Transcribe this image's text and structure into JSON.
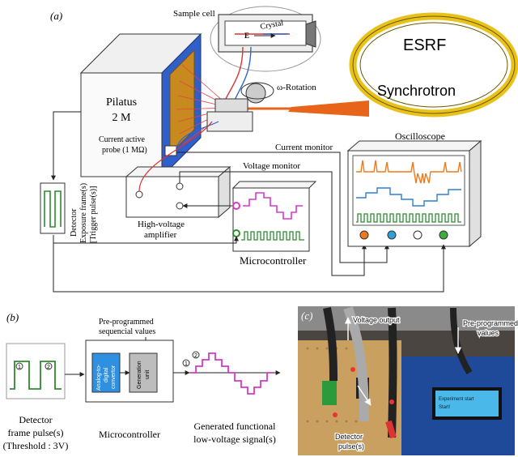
{
  "panel_a": {
    "label": "(a)",
    "sample_cell": "Sample cell",
    "crystal": "Crystal",
    "field": "E",
    "rotation": "ω-Rotation",
    "detector_name": "Pilatus",
    "detector_model": "2 M",
    "esrf": "ESRF",
    "synchrotron": "Synchrotron",
    "probe_line1": "Current active",
    "probe_line2": "probe (1 MΩ)",
    "current_monitor": "Current monitor",
    "voltage_monitor": "Voltage monitor",
    "oscilloscope": "Oscilloscope",
    "amplifier_line1": "High-voltage",
    "amplifier_line2": "amplifier",
    "microcontroller": "Microcontroller",
    "frame_line1": "Detector",
    "frame_line2": "Exposure frame(s)",
    "frame_line3": "[Trigger pulse(s)]"
  },
  "panel_b": {
    "label": "(b)",
    "preprog_line1": "Pre-programmed",
    "preprog_line2": "sequencial values",
    "adc_line1": "Analog-to-",
    "adc_line2": "digital",
    "adc_line3": "convertor",
    "gen_line1": "Generation",
    "gen_line2": "unit",
    "marker_1": "1",
    "marker_2": "2",
    "caption_detector_1": "Detector",
    "caption_detector_2": "frame pulse(s)",
    "caption_detector_3": "(Threshold : 3V)",
    "caption_micro": "Microcontroller",
    "caption_gen_1": "Generated functional",
    "caption_gen_2": "low-voltage signal(s)"
  },
  "panel_c": {
    "label": "(c)",
    "voltage_output": "Voltage output",
    "preprog_1": "Pre-programmed",
    "preprog_2": "values",
    "detector_1": "Detector",
    "detector_2": "pulse(s)",
    "lcd_1": "Experiment start",
    "lcd_2": "Start!"
  },
  "colors": {
    "green": "#2e8b2e",
    "magenta": "#d838c8",
    "orange": "#f07a1a",
    "blue": "#2f7fd0",
    "ring": "#e8c21a"
  }
}
